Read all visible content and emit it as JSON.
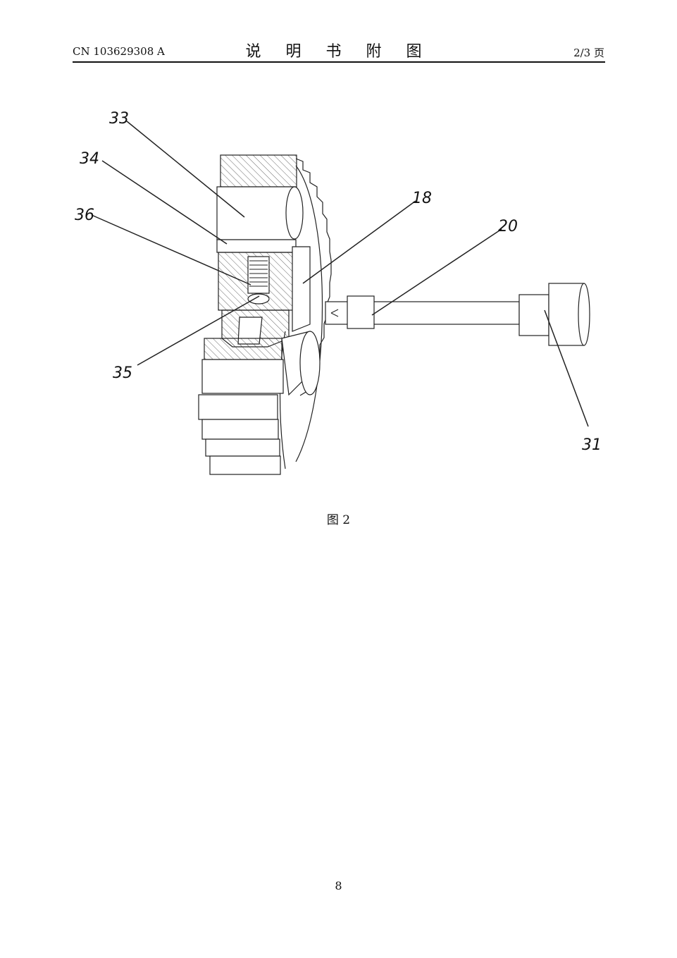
{
  "header": {
    "patent_number": "CN 103629308 A",
    "title": "说 明 书 附 图",
    "page_of": "2/3 页"
  },
  "figure": {
    "caption": "图 2",
    "labels": [
      "33",
      "34",
      "36",
      "35",
      "18",
      "20",
      "31"
    ]
  },
  "footer": {
    "page_number": "8"
  }
}
